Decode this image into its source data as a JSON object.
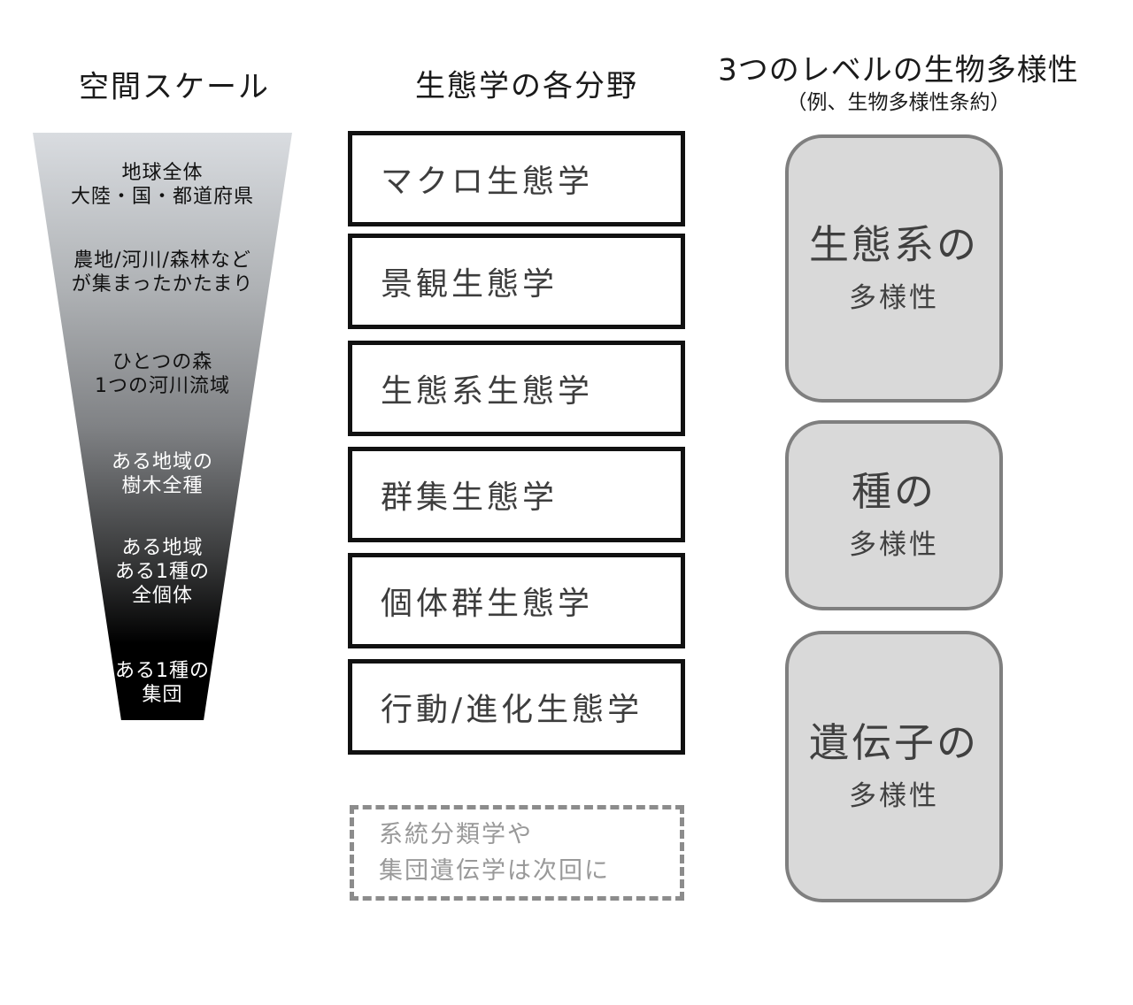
{
  "colors": {
    "title_text": "#1a1a1a",
    "funnel_top": "#d9dce0",
    "funnel_mid": "#808285",
    "funnel_bottom": "#000000",
    "box_border": "#111111",
    "box_text": "#3d3d3d",
    "note_border": "#8c8c8c",
    "note_text": "#999999",
    "pill_fill": "#d9d9d9",
    "pill_border": "#7f7f7f",
    "pill_text": "#404040"
  },
  "spatial": {
    "title": "空間スケール",
    "levels": [
      {
        "lines": [
          "地球全体",
          "大陸・国・都道府県"
        ],
        "tone": "dark"
      },
      {
        "lines": [
          "農地/河川/森林など",
          "が集まったかたまり"
        ],
        "tone": "dark"
      },
      {
        "lines": [
          "ひとつの森",
          "1つの河川流域"
        ],
        "tone": "dark"
      },
      {
        "lines": [
          "ある地域の",
          "樹木全種"
        ],
        "tone": "light"
      },
      {
        "lines": [
          "ある地域",
          "ある1種の",
          "全個体"
        ],
        "tone": "light"
      },
      {
        "lines": [
          "ある1種の",
          "集団"
        ],
        "tone": "light"
      }
    ]
  },
  "fields": {
    "title": "生態学の各分野",
    "boxes": [
      "マクロ生態学",
      "景観生態学",
      "生態系生態学",
      "群集生態学",
      "個体群生態学",
      "行動/進化生態学"
    ],
    "note": {
      "lines": [
        "系統分類学や",
        "集団遺伝学は次回に"
      ]
    }
  },
  "biodiversity": {
    "title": "3つのレベルの生物多様性",
    "subtitle": "（例、生物多様性条約）",
    "boxes": [
      {
        "main": "生態系の",
        "sub": "多様性"
      },
      {
        "main": "種の",
        "sub": "多様性"
      },
      {
        "main": "遺伝子の",
        "sub": "多様性"
      }
    ]
  }
}
